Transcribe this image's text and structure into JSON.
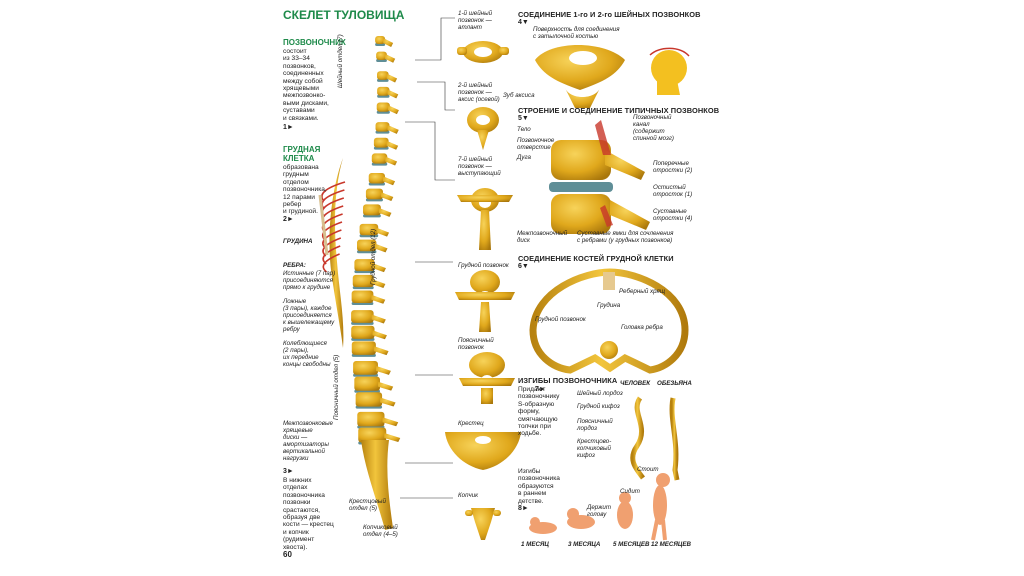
{
  "page": {
    "title": "СКЕЛЕТ ТУЛОВИЩА",
    "page_number": "60"
  },
  "left": {
    "spine_heading": "ПОЗВОНОЧНИК",
    "spine_text": [
      "состоит",
      "из 33–34",
      "позвонков,",
      "соединенных",
      "между собой",
      "хрящевыми",
      "межпозвонко-",
      "выми дисками,",
      "суставами",
      "и связками."
    ],
    "spine_ref": "1►",
    "chest_heading": [
      "ГРУДНАЯ",
      "КЛЕТКА"
    ],
    "chest_text": [
      "образована",
      "грудным",
      "отделом",
      "позвоночника,",
      "12 парами",
      "ребер",
      "и грудиной."
    ],
    "chest_ref": "2►",
    "sternum_label": "ГРУДИНА",
    "ribs_label": "РЕБРА:",
    "ribs_true": [
      "Истинные (7 пар)",
      "присоединяются",
      "прямо к грудине"
    ],
    "ribs_false": [
      "Ложные",
      "(3 пары), каждое",
      "присоединяется",
      "к вышележащему",
      "ребру"
    ],
    "ribs_floating": [
      "Колеблющиеся",
      "(2 пары),",
      "их передние",
      "концы свободны"
    ],
    "discs_label": [
      "Межпозвонковые",
      "хрящевые",
      "диски —",
      "амортизаторы",
      "вертикальной",
      "нагрузки"
    ],
    "sacrum_ref": "3►",
    "sacrum_text": [
      "В нижних",
      "отделах",
      "позвоночника",
      "позвонки",
      "срастаются,",
      "образуя две",
      "кости — крестец",
      "и копчик",
      "(рудимент",
      "хвоста)."
    ]
  },
  "spine_labels": {
    "cervical": "Шейный отдел (7)",
    "thoracic": "Грудной отдел (12)",
    "lumbar": "Поясничный отдел (5)",
    "sacral": [
      "Крестцовый",
      "отдел (5)"
    ],
    "coccyx": [
      "Копчиковый",
      "отдел (4–5)"
    ]
  },
  "vertebrae": {
    "atlas": [
      "1-й шейный",
      "позвонок —",
      "атлант"
    ],
    "axis": [
      "2-й шейный",
      "позвонок —",
      "аксис (осевой)"
    ],
    "c7": [
      "7-й шейный",
      "позвонок —",
      "выступающий"
    ],
    "dens": "Зуб аксиса",
    "thoracic": "Грудной позвонок",
    "lumbar": [
      "Поясничный",
      "позвонок"
    ],
    "sacrum": "Крестец",
    "coccyx": "Копчик"
  },
  "section4": {
    "title": "СОЕДИНЕНИЕ 1-го И 2-го ШЕЙНЫХ ПОЗВОНКОВ",
    "num": "4▼",
    "surface": [
      "Поверхность для соединения",
      "с затылочной костью"
    ]
  },
  "section5": {
    "title": "СТРОЕНИЕ И СОЕДИНЕНИЕ ТИПИЧНЫХ ПОЗВОНКОВ",
    "num": "5▼",
    "body": "Тело",
    "foramen": [
      "Позвоночное",
      "отверстие"
    ],
    "arch": "Дуга",
    "canal": [
      "Позвоночный",
      "канал",
      "(содержит",
      "спинной мозг)"
    ],
    "transverse": [
      "Поперечные",
      "отростки (2)"
    ],
    "spinous": [
      "Остистый",
      "отросток (1)"
    ],
    "articular": [
      "Суставные",
      "отростки (4)"
    ],
    "disc": [
      "Межпозвоночный",
      "диск"
    ],
    "facets": [
      "Суставные ямки для сочленения",
      "с ребрами (у грудных позвонков)"
    ]
  },
  "section6": {
    "title": "СОЕДИНЕНИЕ КОСТЕЙ ГРУДНОЙ КЛЕТКИ",
    "num": "6▼",
    "costal_cartilage": "Реберный хрящ",
    "sternum": "Грудина",
    "thoracic_vertebra": "Грудной позвонок",
    "rib_head": "Головка ребра"
  },
  "section7": {
    "title": "ИЗГИБЫ ПОЗВОНОЧНИКА",
    "num": "7►",
    "text": [
      "Придают",
      "позвоночнику",
      "S-образную",
      "форму,",
      "смягчающую",
      "толчки при",
      "ходьбе."
    ],
    "human": "ЧЕЛОВЕК",
    "ape": "ОБЕЗЬЯНА",
    "cervical_lordosis": "Шейный лордоз",
    "thoracic_kyphosis": "Грудной кифоз",
    "lumbar_lordosis": [
      "Поясничный",
      "лордоз"
    ],
    "sacral_kyphosis": [
      "Крестцово-",
      "копчиковый",
      "кифоз"
    ]
  },
  "section8": {
    "text": [
      "Изгибы",
      "позвоночника",
      "образуются",
      "в раннем",
      "детстве."
    ],
    "num": "8►",
    "holds_head": [
      "Держит",
      "голову"
    ],
    "sits": "Сидит",
    "stands": "Стоит",
    "ages": [
      "1 МЕСЯЦ",
      "3 МЕСЯЦА",
      "5 МЕСЯЦЕВ",
      "12 МЕСЯЦЕВ"
    ]
  },
  "colors": {
    "bone": "#e0a81c",
    "bone_dark": "#a9770c",
    "disc": "#5f8e97",
    "rib_red": "#c8372b",
    "green_heading": "#1e8a4a",
    "blue_heading": "#2b5d8f",
    "skin": "#f0a070"
  }
}
